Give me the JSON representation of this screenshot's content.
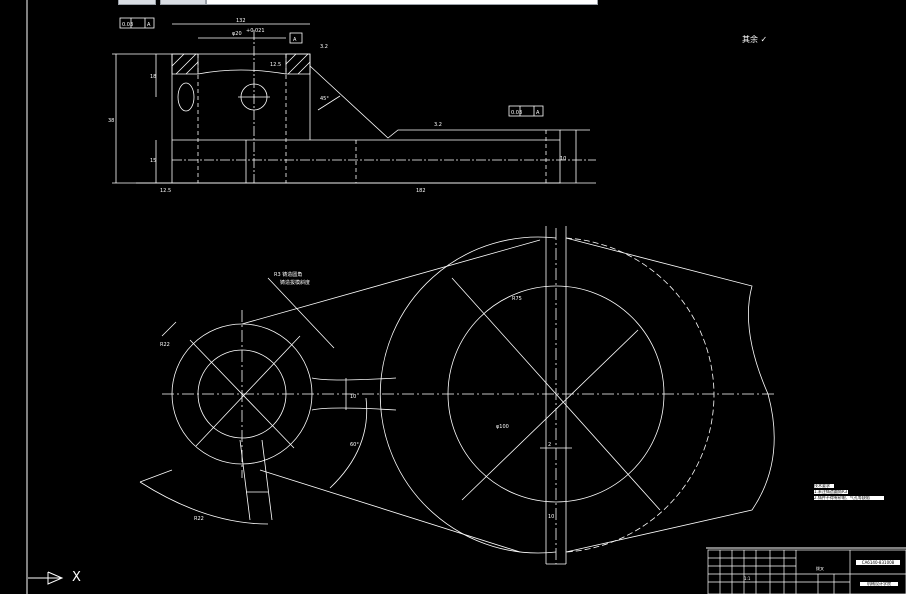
{
  "toolbar": {
    "tab_label": ""
  },
  "drawing": {
    "roughness_label": "其余",
    "flatness_tolerance": "0.03",
    "datum": "A",
    "dims_top": {
      "overall_width": "132",
      "bore": "φ20",
      "bore_tol": "+0.021",
      "rough_a": "3.2",
      "rough_b": "12.5",
      "h1": "18",
      "h2": "38",
      "h3": "15",
      "angle": "45°",
      "base_len": "182",
      "slot_w": "10"
    },
    "dims_plan": {
      "note_line1": "R3 铸造圆角",
      "note_line2": "铸造拔模斜度",
      "r_small": "R22",
      "r_large": "R75",
      "dia_inner": "φ100",
      "gap": "2",
      "web": "10",
      "angle_sector": "60°"
    },
    "tech_notes": [
      "技术要求",
      "1.未注铸造圆角R3",
      "2.铸件不得有砂眼、气孔等缺陷"
    ],
    "title_block": {
      "part_name": "拨叉",
      "drawing_code": "CA6140-831008",
      "organization": "机械设计学院",
      "scale": "1:1"
    }
  },
  "ucs": {
    "x_label": "X"
  }
}
